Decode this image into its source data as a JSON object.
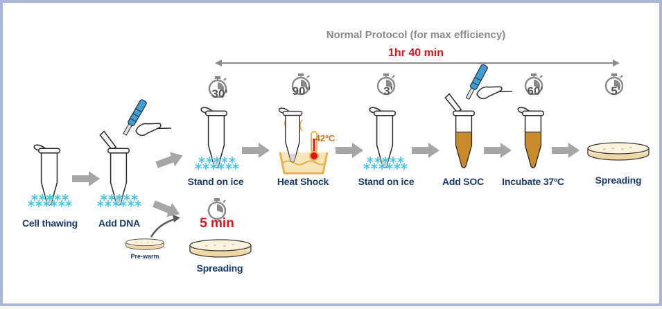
{
  "protocol": {
    "title": "Normal Protocol (for max efficiency)",
    "total_time": "1hr 40 min"
  },
  "fast_protocol": {
    "total_time": "5 min",
    "prewarm_label": "Pre-warm",
    "spreading_label": "Spreading"
  },
  "steps": [
    {
      "label": "Cell thawing",
      "timer": ""
    },
    {
      "label": "Add DNA",
      "timer": ""
    },
    {
      "label": "Stand on ice",
      "timer": "30'"
    },
    {
      "label": "Heat Shock",
      "timer": "90\"",
      "temperature": "42ºC"
    },
    {
      "label": "Stand on ice",
      "timer": "3'"
    },
    {
      "label": "Add SOC",
      "timer": ""
    },
    {
      "label": "Incubate 37ºC",
      "timer": "60'"
    },
    {
      "label": "Spreading",
      "timer": "5'"
    }
  ],
  "colors": {
    "frame": "#a9b6d8",
    "label": "#1a3a6e",
    "accent_red": "#e3101b",
    "ice": "#3ec3e6",
    "soc_liquid": "#c98a2b",
    "arrow": "#a6a6a6",
    "heat": "#e7b24e",
    "timer": "#8a8a8a"
  },
  "icons": [
    "ice-crystal-icon",
    "stopwatch-icon",
    "pipette-hand-icon",
    "petri-dish-icon",
    "thermometer-icon",
    "heat-bath-icon",
    "arrow-icon"
  ]
}
